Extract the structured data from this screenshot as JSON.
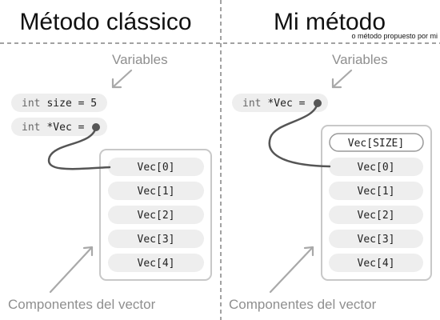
{
  "left_panel": {
    "title": "Método clássico",
    "annotation_variables": "Variables",
    "declarations": [
      {
        "keyword": "int",
        "identifier": "size = 5"
      },
      {
        "keyword": "int",
        "identifier": "*Vec ="
      }
    ],
    "components": [
      "Vec[0]",
      "Vec[1]",
      "Vec[2]",
      "Vec[3]",
      "Vec[4]"
    ],
    "annotation_components": "Componentes del vector"
  },
  "right_panel": {
    "title": "Mi método",
    "subtitle": "o método propuesto por mi",
    "annotation_variables": "Variables",
    "declarations": [
      {
        "keyword": "int",
        "identifier": "*Vec ="
      }
    ],
    "size_slot": "Vec[SIZE]",
    "components": [
      "Vec[0]",
      "Vec[1]",
      "Vec[2]",
      "Vec[3]",
      "Vec[4]"
    ],
    "annotation_components": "Componentes del vector"
  },
  "colors": {
    "annotation": "#8f8f8f",
    "pointer": "#555555",
    "pill": "#eeeeee",
    "box_border": "#c8c8c8"
  }
}
